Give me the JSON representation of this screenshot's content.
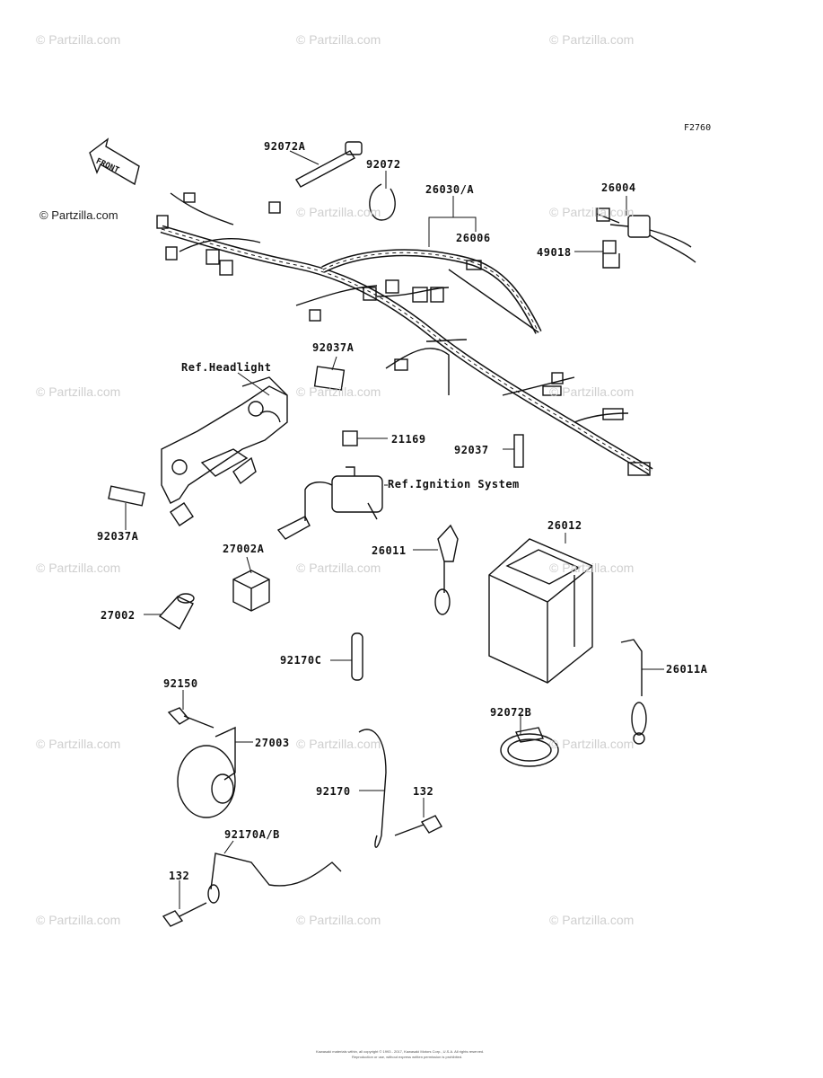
{
  "figure_id": "F2760",
  "front_label": "FRONT",
  "watermark": "© Partzilla.com",
  "copyright_lines": [
    "Kawasaki materials within, all copyright © 1993 - 2017, Kawasaki Motors Corp., U.S.A. All rights reserved.",
    "Reproduction or use, without express written permission is prohibited."
  ],
  "callouts": {
    "p92072A": "92072A",
    "p92072": "92072",
    "p26030A": "26030/A",
    "p26004": "26004",
    "p26006": "26006",
    "p49018": "49018",
    "p92037A_top": "92037A",
    "ref_headlight": "Ref.Headlight",
    "p21169": "21169",
    "p92037": "92037",
    "ref_ignition": "Ref.Ignition System",
    "p92037A_bottom": "92037A",
    "p27002A": "27002A",
    "p26011": "26011",
    "p26012": "26012",
    "p27002": "27002",
    "p92170C": "92170C",
    "p26011A": "26011A",
    "p92150": "92150",
    "p92072B": "92072B",
    "p27003": "27003",
    "p92170": "92170",
    "p132_right": "132",
    "p92170AB": "92170A/B",
    "p132_left": "132"
  }
}
